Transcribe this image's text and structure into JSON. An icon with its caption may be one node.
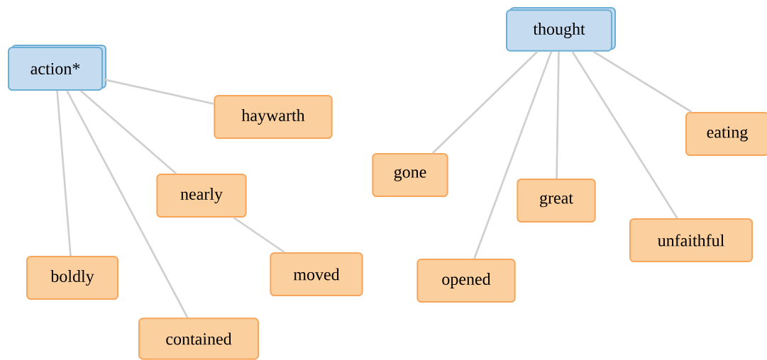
{
  "diagram": {
    "nodes": [
      {
        "text": [
          "action*"
        ]
      },
      {
        "text": [
          "haywarth"
        ]
      },
      {
        "text": [
          "nearly"
        ]
      },
      {
        "text": [
          "boldly"
        ]
      },
      {
        "text": [
          "contained"
        ]
      },
      {
        "text": [
          "moved"
        ]
      },
      {
        "text": [
          "thought"
        ]
      },
      {
        "text": [
          "gone"
        ]
      },
      {
        "text": [
          "great"
        ]
      },
      {
        "text": [
          "eating"
        ]
      },
      {
        "text": [
          "unfaithful"
        ]
      },
      {
        "text": [
          "opened"
        ]
      }
    ],
    "edges": [
      {
        "from": 0,
        "to": 1,
        "arrow": "none"
      },
      {
        "from": 0,
        "to": 2,
        "arrow": "none"
      },
      {
        "from": 2,
        "to": 5,
        "arrow": "none"
      },
      {
        "from": 0,
        "to": 3,
        "arrow": "none"
      },
      {
        "from": 0,
        "to": 4,
        "arrow": "none"
      },
      {
        "from": 6,
        "to": 7,
        "arrow": "none"
      },
      {
        "from": 6,
        "to": 11,
        "arrow": "none"
      },
      {
        "from": 6,
        "to": 8,
        "arrow": "none"
      },
      {
        "from": 6,
        "to": 10,
        "arrow": "none"
      },
      {
        "from": 6,
        "to": 9,
        "arrow": "none"
      }
    ]
  }
}
